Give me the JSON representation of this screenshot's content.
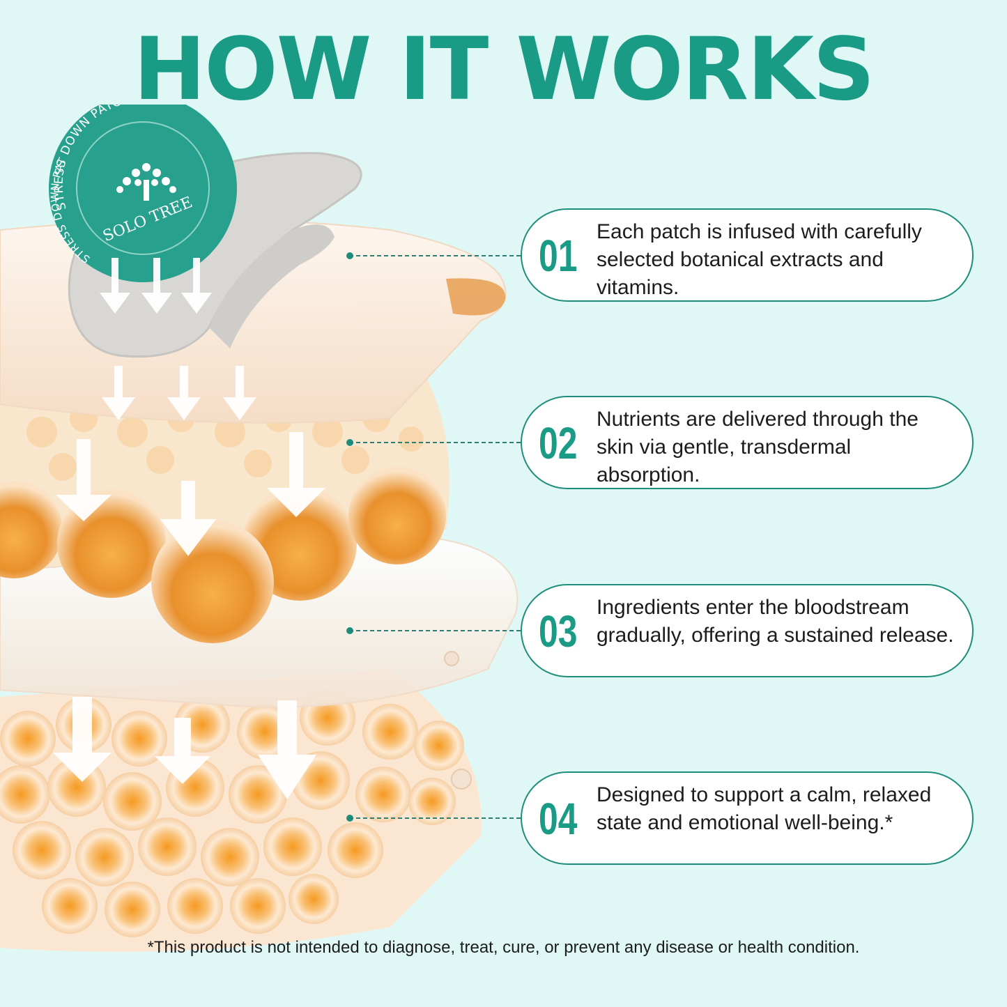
{
  "header": {
    "title": "HOW IT WORKS"
  },
  "patch": {
    "ring_text": "STRESS DOWN PATCH",
    "ring_text_2": "STRESS DOWN PATCH",
    "brand": "SOLO TREE",
    "color": "#27a08d"
  },
  "steps": [
    {
      "number": "01",
      "text": "Each patch is infused with carefully selected botanical extracts and vitamins."
    },
    {
      "number": "02",
      "text": "Nutrients are delivered through the skin via gentle, transdermal absorption."
    },
    {
      "number": "03",
      "text": "Ingredients enter the bloodstream gradually, offering a sustained release."
    },
    {
      "number": "04",
      "text": "Designed to support a calm, relaxed state and emotional well-being.*"
    }
  ],
  "disclaimer": "*This product is not intended to diagnose, treat, cure, or prevent any disease or health condition.",
  "colors": {
    "accent": "#1a9b86",
    "background": "#dff8f5",
    "capsule": "#f3a23e"
  }
}
